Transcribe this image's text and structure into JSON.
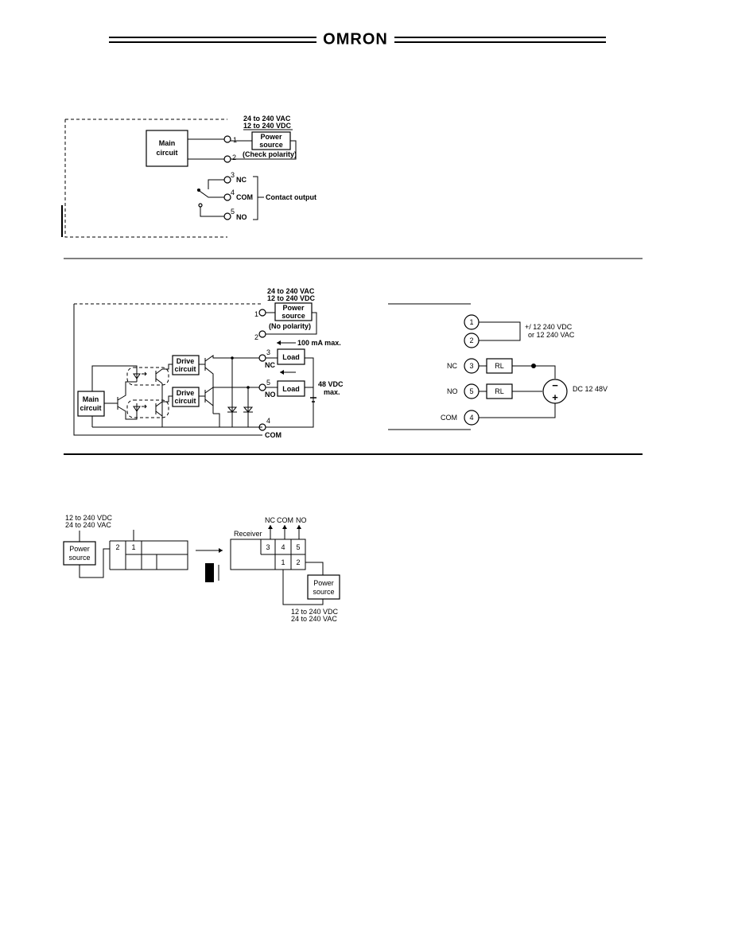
{
  "header": {
    "brand": "OMRON"
  },
  "diagram_a": {
    "supply_ac": "24 to 240 VAC",
    "supply_dc": "12 to 240 VDC",
    "power_source": [
      "Power",
      "source"
    ],
    "check_polarity": "(Check polarity)",
    "main_circuit": [
      "Main",
      "circuit"
    ],
    "terminals": [
      "1",
      "2",
      "3",
      "4",
      "5"
    ],
    "nc": "NC",
    "com": "COM",
    "no": "NO",
    "contact_output": "Contact output"
  },
  "diagram_b": {
    "supply_ac": "24 to 240 VAC",
    "supply_dc": "12 to 240 VDC",
    "power_source": [
      "Power",
      "source"
    ],
    "no_polarity": "(No polarity)",
    "current_max": "100 mA max.",
    "load": "Load",
    "drive_circuit": [
      "Drive",
      "circuit"
    ],
    "main_circuit": [
      "Main",
      "circuit"
    ],
    "vdc_max": [
      "48 VDC",
      "max."
    ],
    "terminals": [
      "1",
      "2",
      "3",
      "5",
      "4"
    ],
    "nc": "NC",
    "no": "NO",
    "com": "COM"
  },
  "diagram_c": {
    "terminals": [
      "1",
      "2",
      "3",
      "5",
      "4"
    ],
    "supply_label": [
      "+/ 12  240 VDC",
      "or 12  240 VAC"
    ],
    "nc": "NC",
    "no": "NO",
    "com": "COM",
    "rl": "RL",
    "dc_label": "DC 12  48V",
    "minus": "−",
    "plus": "+"
  },
  "diagram_d": {
    "emitter_supply": [
      "12 to 240 VDC",
      "24 to 240 VAC"
    ],
    "power_source": [
      "Power",
      "source"
    ],
    "emitter_terminals": [
      "2",
      "1"
    ],
    "receiver": "Receiver",
    "outputs": [
      "NC",
      "COM",
      "NO"
    ],
    "receiver_terminals_top": [
      "3",
      "4",
      "5"
    ],
    "receiver_terminals_bottom": [
      "1",
      "2"
    ],
    "receiver_supply": [
      "12 to 240 VDC",
      "24 to 240 VAC"
    ]
  }
}
